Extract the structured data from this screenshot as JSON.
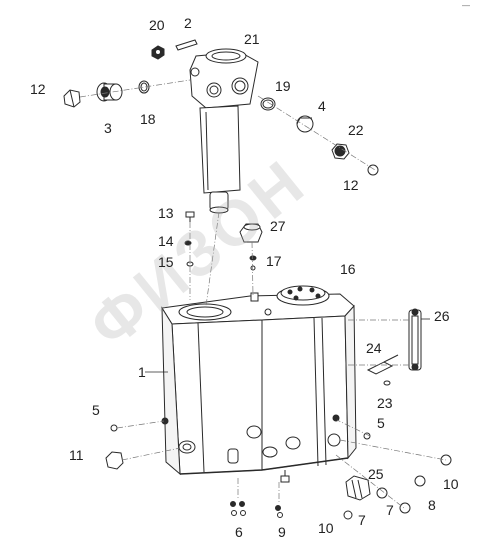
{
  "corner_mark": "—",
  "watermark": "ФИЗОН",
  "callouts": {
    "c1": "1",
    "c2": "2",
    "c3": "3",
    "c4": "4",
    "c5a": "5",
    "c5b": "5",
    "c6": "6",
    "c7a": "7",
    "c7b": "7",
    "c8": "8",
    "c9": "9",
    "c10a": "10",
    "c10b": "10",
    "c11": "11",
    "c12a": "12",
    "c12b": "12",
    "c13": "13",
    "c14": "14",
    "c15": "15",
    "c16": "16",
    "c17": "17",
    "c18": "18",
    "c19": "19",
    "c20": "20",
    "c21": "21",
    "c22": "22",
    "c23": "23",
    "c24": "24",
    "c25": "25",
    "c26": "26",
    "c27": "27"
  },
  "colors": {
    "line": "#2a2a2a",
    "fill": "#ffffff",
    "shade": "#d9d9d9",
    "dark": "#555555"
  }
}
